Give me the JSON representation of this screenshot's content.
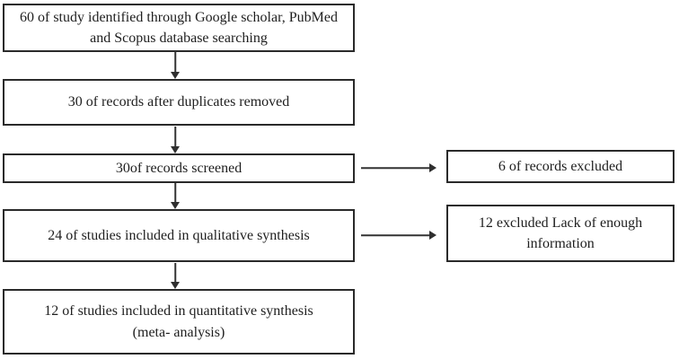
{
  "figure": {
    "type": "flowchart",
    "description": "Study selection flow diagram (PRISMA style)",
    "background_color": "#ffffff",
    "box_border_color": "#2a2a2a",
    "text_color": "#1e1e1e",
    "arrow_color": "#333333"
  },
  "flowchart": {
    "nodes": [
      {
        "id": "identification",
        "column": "left",
        "text": "60 of study identified through Google scholar, PubMed\nand Scopus database searching"
      },
      {
        "id": "duplicates-removed",
        "column": "left",
        "text": "30 of records after duplicates removed"
      },
      {
        "id": "screened",
        "column": "left",
        "text": "30of records screened"
      },
      {
        "id": "qualitative",
        "column": "left",
        "text": "24 of studies included in qualitative synthesis"
      },
      {
        "id": "quantitative",
        "column": "left",
        "text": "12 of studies included in quantitative synthesis\n(meta- analysis)"
      },
      {
        "id": "records-excluded",
        "column": "right",
        "text": "6 of records excluded"
      },
      {
        "id": "excluded-lack-info",
        "column": "right",
        "text": "12 excluded Lack of enough\ninformation"
      }
    ],
    "edges": [
      {
        "from": "identification",
        "to": "duplicates-removed",
        "direction": "down"
      },
      {
        "from": "duplicates-removed",
        "to": "screened",
        "direction": "down"
      },
      {
        "from": "screened",
        "to": "qualitative",
        "direction": "down"
      },
      {
        "from": "qualitative",
        "to": "quantitative",
        "direction": "down"
      },
      {
        "from": "screened",
        "to": "records-excluded",
        "direction": "right"
      },
      {
        "from": "qualitative",
        "to": "excluded-lack-info",
        "direction": "right"
      }
    ]
  }
}
